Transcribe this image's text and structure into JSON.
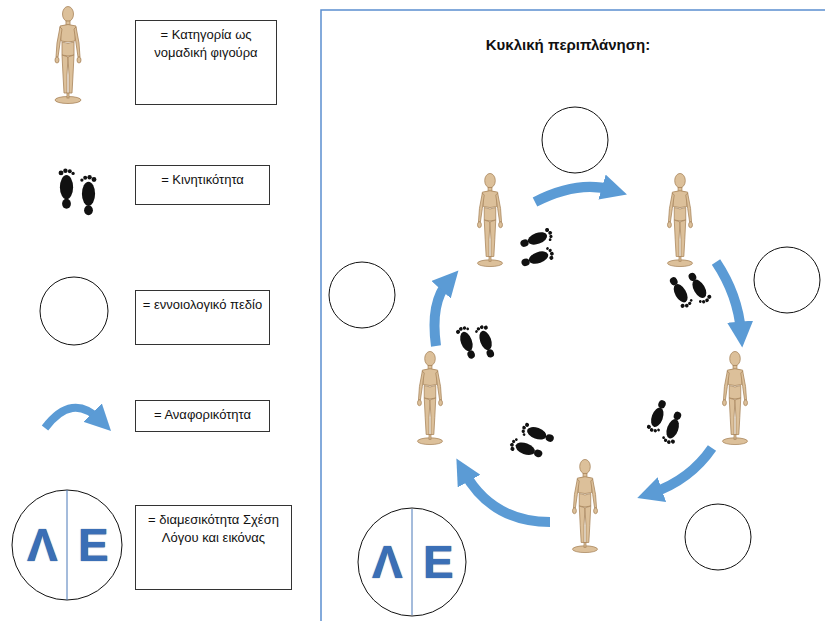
{
  "diagram": {
    "title": "Κυκλική περιπλάνηση:",
    "nodes": [
      {
        "text": [
          "Λ",
          "Ε"
        ]
      }
    ],
    "labels": [
      "Λ",
      "Ε"
    ],
    "legend": [
      {
        "text": "= Κατηγορία ως νομαδική φιγούρα"
      },
      {
        "text": "= Κινητικότητα"
      },
      {
        "text": "= εννοιολογικό πεδίο"
      },
      {
        "text": "= Αναφορικότητα"
      },
      {
        "text": "= διαμεσικότητα Σχέση Λόγου και εικόνας"
      }
    ]
  }
}
